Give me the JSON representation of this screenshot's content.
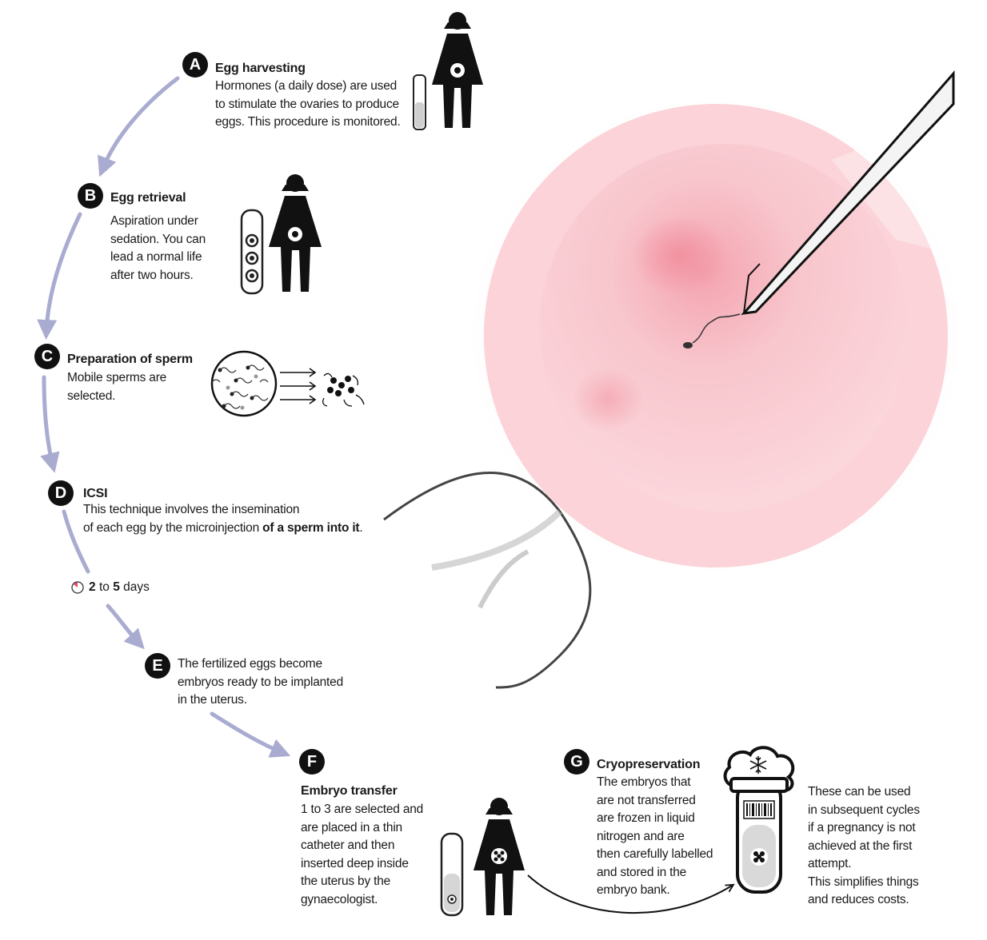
{
  "steps": [
    {
      "letter": "A",
      "title": "Egg harvesting",
      "text": "Hormones (a daily dose) are used\nto stimulate the ovaries to produce\neggs. This procedure is monitored."
    },
    {
      "letter": "B",
      "title": "Egg retrieval",
      "text": "Aspiration under\nsedation. You can\nlead a normal life\nafter two hours."
    },
    {
      "letter": "C",
      "title": "Preparation of sperm",
      "text": "Mobile sperms are\nselected."
    },
    {
      "letter": "D",
      "title": "ICSI",
      "text_line1": "This technique involves the insemination",
      "text_line2_plain": "of each egg by the microinjection ",
      "text_line2_bold": "of a sperm into it",
      "text_line2_end": "."
    },
    {
      "letter": "E",
      "text": "The fertilized eggs become\nembryos ready to be implanted\nin the uterus."
    },
    {
      "letter": "F",
      "title": "Embryo transfer",
      "text": "1 to 3 are selected and\nare placed in a thin\ncatheter and then\ninserted deep inside\nthe uterus by the\ngynaecologist."
    },
    {
      "letter": "G",
      "title": "Cryopreservation",
      "text": "The embryos that\nare not transferred\nare frozen in liquid\nnitrogen and are\nthen carefully labelled\nand stored in the\nembryo bank."
    }
  ],
  "duration": {
    "from": "2",
    "to_word": "to",
    "to": "5",
    "unit": "days"
  },
  "note": "These can be used\nin subsequent cycles\nif a pregnancy is not\nachieved at the first\nattempt.\nThis simplifies things\nand reduces costs.",
  "colors": {
    "arrow": "#a9acd0",
    "egg": "#f8c9cf",
    "egg_core": "#f5a3ae",
    "ink": "#111111"
  },
  "icons": [
    "woman-icon",
    "test-tube-icon",
    "sperm-sample-icon",
    "clock-icon",
    "cryo-tube-icon",
    "snowflake-icon",
    "barcode-icon"
  ]
}
